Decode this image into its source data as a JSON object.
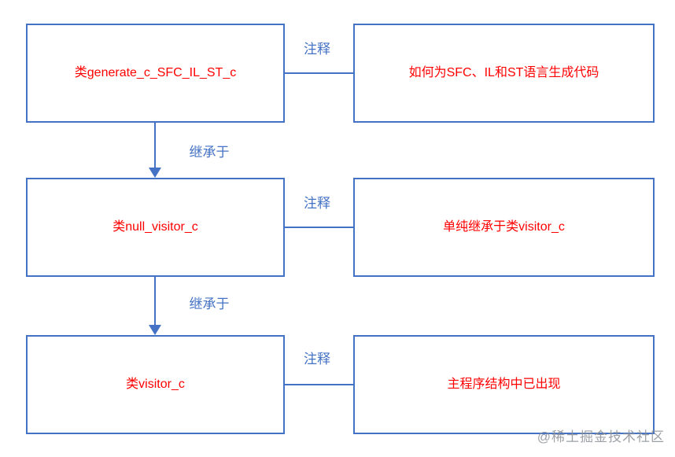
{
  "diagram": {
    "rows": [
      {
        "class_name": "类generate_c_SFC_IL_ST_c",
        "connector_label": "注释",
        "comment_text": "如何为SFC、IL和ST语言生成代码"
      },
      {
        "class_name": "类null_visitor_c",
        "connector_label": "注释",
        "comment_text": "单纯继承于类visitor_c"
      },
      {
        "class_name": "类visitor_c",
        "connector_label": "注释",
        "comment_text": "主程序结构中已出现"
      }
    ],
    "inherit_edges": [
      {
        "label": "继承于"
      },
      {
        "label": "继承于"
      }
    ],
    "watermark": "@稀土掘金技术社区",
    "colors": {
      "box_border_blue": "#4472c4",
      "connector_blue": "#4472c4",
      "edge_label_blue": "#4472c4",
      "class_text_red": "#ff0000",
      "watermark_gray": "#8c9196",
      "background": "#ffffff"
    }
  }
}
